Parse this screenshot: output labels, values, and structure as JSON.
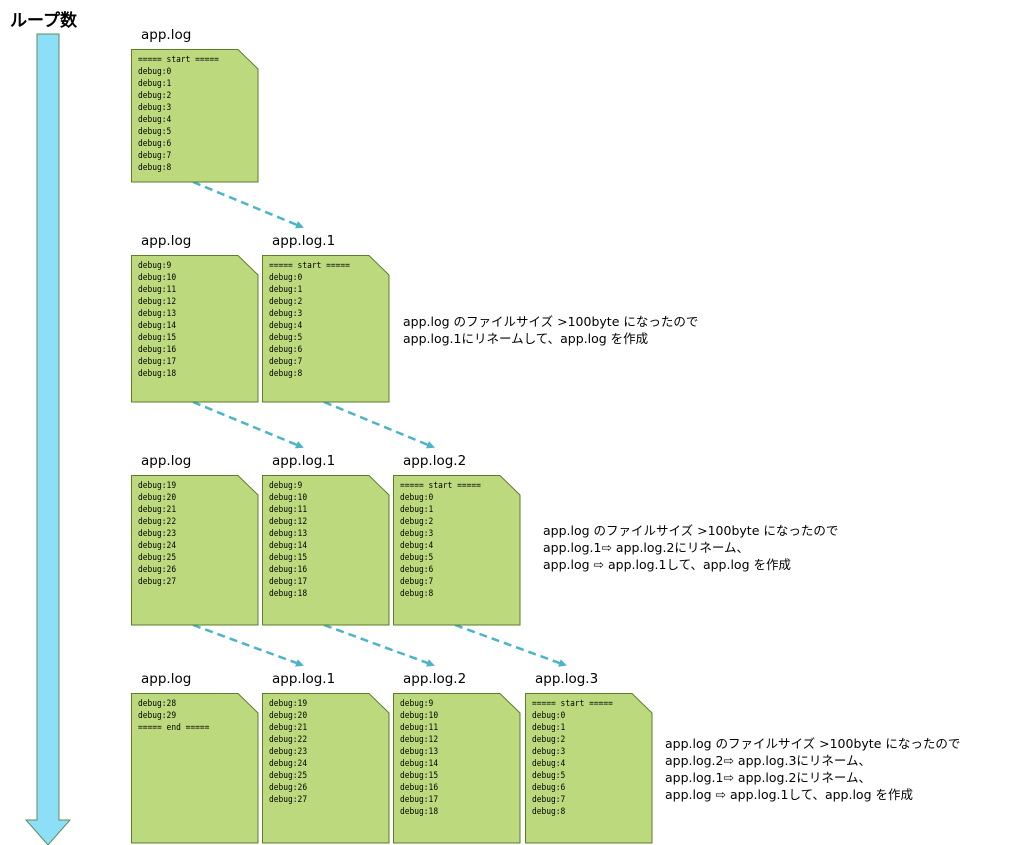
{
  "loop_title": "ループ数",
  "colors": {
    "doc_fill": "#bdd97e",
    "doc_border": "#5b7d2c",
    "loop_arrow": "#8ddff7",
    "loop_arrow_border": "#5b8f5a",
    "dashed_arrow": "#4bb5c7"
  },
  "stages": [
    {
      "files": [
        {
          "name": "app.log",
          "lines": [
            "===== start =====",
            "debug:0",
            "debug:1",
            "debug:2",
            "debug:3",
            "debug:4",
            "debug:5",
            "debug:6",
            "debug:7",
            "debug:8"
          ]
        }
      ]
    },
    {
      "files": [
        {
          "name": "app.log",
          "lines": [
            "debug:9",
            "debug:10",
            "debug:11",
            "debug:12",
            "debug:13",
            "debug:14",
            "debug:15",
            "debug:16",
            "debug:17",
            "debug:18"
          ]
        },
        {
          "name": "app.log.1",
          "lines": [
            "===== start =====",
            "debug:0",
            "debug:1",
            "debug:2",
            "debug:3",
            "debug:4",
            "debug:5",
            "debug:6",
            "debug:7",
            "debug:8"
          ]
        }
      ]
    },
    {
      "files": [
        {
          "name": "app.log",
          "lines": [
            "debug:19",
            "debug:20",
            "debug:21",
            "debug:22",
            "debug:23",
            "debug:24",
            "debug:25",
            "debug:26",
            "debug:27"
          ]
        },
        {
          "name": "app.log.1",
          "lines": [
            "debug:9",
            "debug:10",
            "debug:11",
            "debug:12",
            "debug:13",
            "debug:14",
            "debug:15",
            "debug:16",
            "debug:17",
            "debug:18"
          ]
        },
        {
          "name": "app.log.2",
          "lines": [
            "===== start =====",
            "debug:0",
            "debug:1",
            "debug:2",
            "debug:3",
            "debug:4",
            "debug:5",
            "debug:6",
            "debug:7",
            "debug:8"
          ]
        }
      ]
    },
    {
      "files": [
        {
          "name": "app.log",
          "lines": [
            "debug:28",
            "debug:29",
            "===== end ====="
          ]
        },
        {
          "name": "app.log.1",
          "lines": [
            "debug:19",
            "debug:20",
            "debug:21",
            "debug:22",
            "debug:23",
            "debug:24",
            "debug:25",
            "debug:26",
            "debug:27"
          ]
        },
        {
          "name": "app.log.2",
          "lines": [
            "debug:9",
            "debug:10",
            "debug:11",
            "debug:12",
            "debug:13",
            "debug:14",
            "debug:15",
            "debug:16",
            "debug:17",
            "debug:18"
          ]
        },
        {
          "name": "app.log.3",
          "lines": [
            "===== start =====",
            "debug:0",
            "debug:1",
            "debug:2",
            "debug:3",
            "debug:4",
            "debug:5",
            "debug:6",
            "debug:7",
            "debug:8"
          ]
        }
      ]
    }
  ],
  "notes": [
    {
      "lines": [
        "app.log のファイルサイズ >100byte になったので",
        "app.log.1にリネームして、app.log を作成"
      ]
    },
    {
      "lines": [
        "app.log のファイルサイズ >100byte になったので",
        "app.log.1⇨ app.log.2にリネーム、",
        "app.log ⇨ app.log.1して、app.log を作成"
      ]
    },
    {
      "lines": [
        "app.log のファイルサイズ >100byte になったので",
        "app.log.2⇨ app.log.3にリネーム、",
        "app.log.1⇨ app.log.2にリネーム、",
        "app.log ⇨ app.log.1して、app.log を作成"
      ]
    }
  ]
}
